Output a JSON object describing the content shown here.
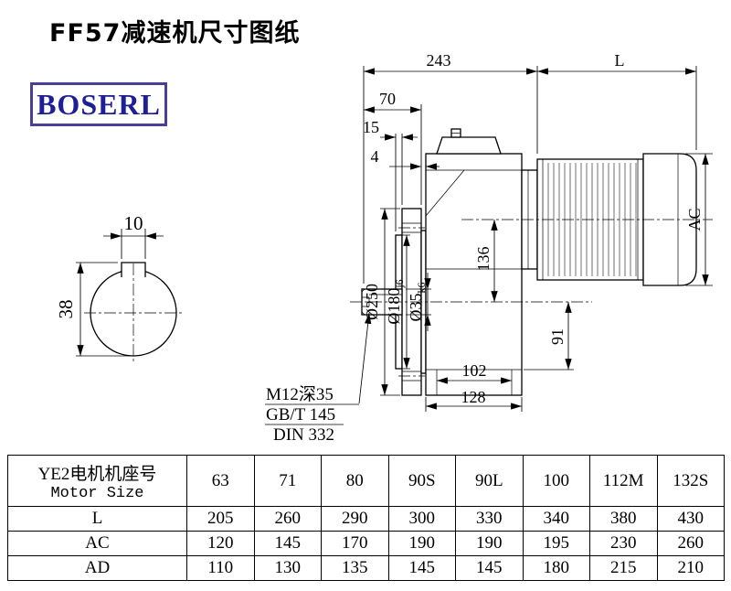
{
  "page": {
    "title": "FF57减速机尺寸图纸",
    "logo_text": "BOSERL"
  },
  "drawing": {
    "dim_243": "243",
    "dim_L": "L",
    "dim_70": "70",
    "dim_15": "15",
    "dim_4": "4",
    "dim_AC": "AC",
    "dim_10": "10",
    "dim_38": "38",
    "dim_250": "Ø250",
    "dim_180": "Ø180",
    "dim_180_tol": "j6",
    "dim_35": "Ø35",
    "dim_35_tol": "k6",
    "dim_136": "136",
    "dim_91": "91",
    "dim_102": "102",
    "dim_128": "128",
    "note_thread": "M12深35",
    "note_gbt": "GB/T 145",
    "note_din": "DIN 332"
  },
  "table": {
    "motor_header_cn": "YE2电机机座号",
    "motor_header_en": "Motor Size",
    "sizes": [
      "63",
      "71",
      "80",
      "90S",
      "90L",
      "100",
      "112M",
      "132S"
    ],
    "rows": [
      {
        "label": "L",
        "values": [
          "205",
          "260",
          "290",
          "300",
          "330",
          "340",
          "380",
          "430"
        ]
      },
      {
        "label": "AC",
        "values": [
          "120",
          "145",
          "170",
          "190",
          "190",
          "195",
          "230",
          "260"
        ]
      },
      {
        "label": "AD",
        "values": [
          "110",
          "130",
          "135",
          "145",
          "145",
          "180",
          "215",
          "210"
        ]
      }
    ]
  }
}
